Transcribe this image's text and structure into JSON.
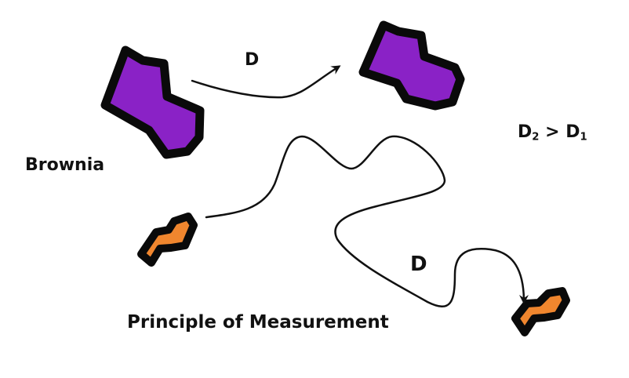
{
  "labels": {
    "top_arrow": "D",
    "bottom_arrow": "D",
    "comparison": {
      "d2": "D",
      "d2_sub": "2",
      "op": ">",
      "d1": "D",
      "d1_sub": "1"
    },
    "large_particle": "Brownia",
    "caption": "Principle of Measurement"
  },
  "colors": {
    "large_particle_fill": "#8a22c6",
    "small_particle_fill": "#f0862e",
    "outline": "#0a0a0a",
    "path": "#111111",
    "background": "#ffffff"
  }
}
